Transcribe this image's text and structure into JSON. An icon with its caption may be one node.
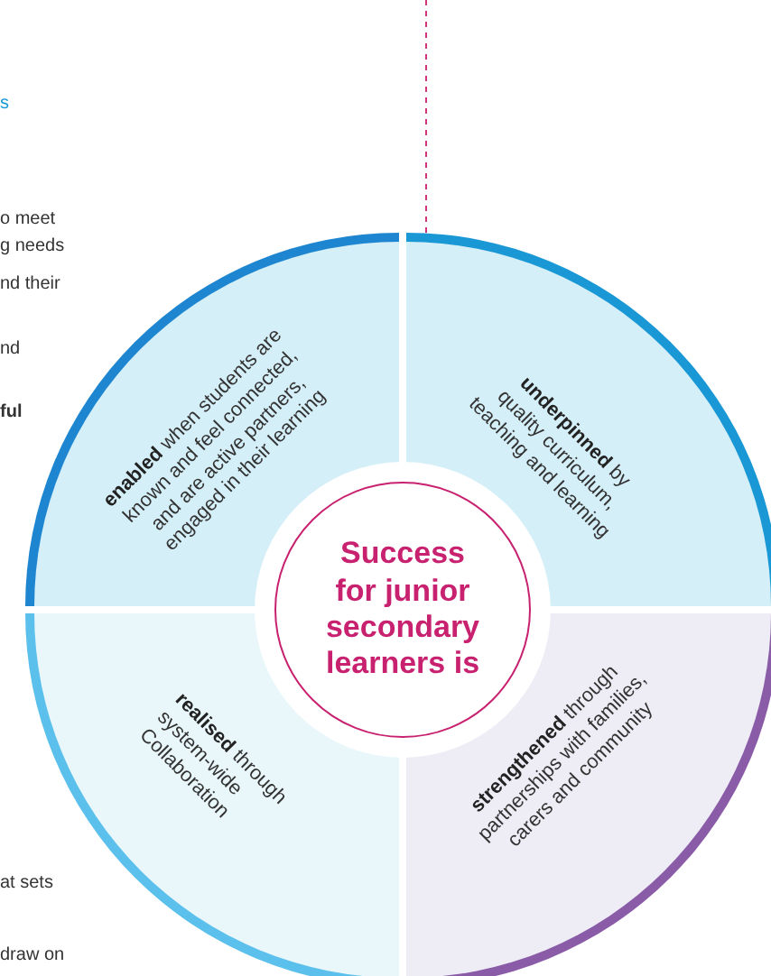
{
  "diagram": {
    "nodes": [
      {
        "text": [
          "**enabled** when students are known and feel connected, and are active partners, engaged in their learning"
        ]
      },
      {
        "text": [
          "**underpinned** by quality curriculum, teaching and learning"
        ]
      },
      {
        "text": [
          "Success for junior secondary learners is"
        ]
      },
      {
        "text": [
          "**realised** through system-wide Collaboration"
        ]
      },
      {
        "text": [
          "**strengthened** through partnerships with families, carers and community"
        ]
      }
    ],
    "edges": [
      {
        "from": null,
        "to": 1,
        "arrow": "none",
        "style": "dashed",
        "color": "#d6337f"
      }
    ],
    "labels": [
      "s",
      "o meet",
      "g needs",
      "nd their",
      "nd",
      "ful",
      "at sets",
      "draw on"
    ]
  }
}
